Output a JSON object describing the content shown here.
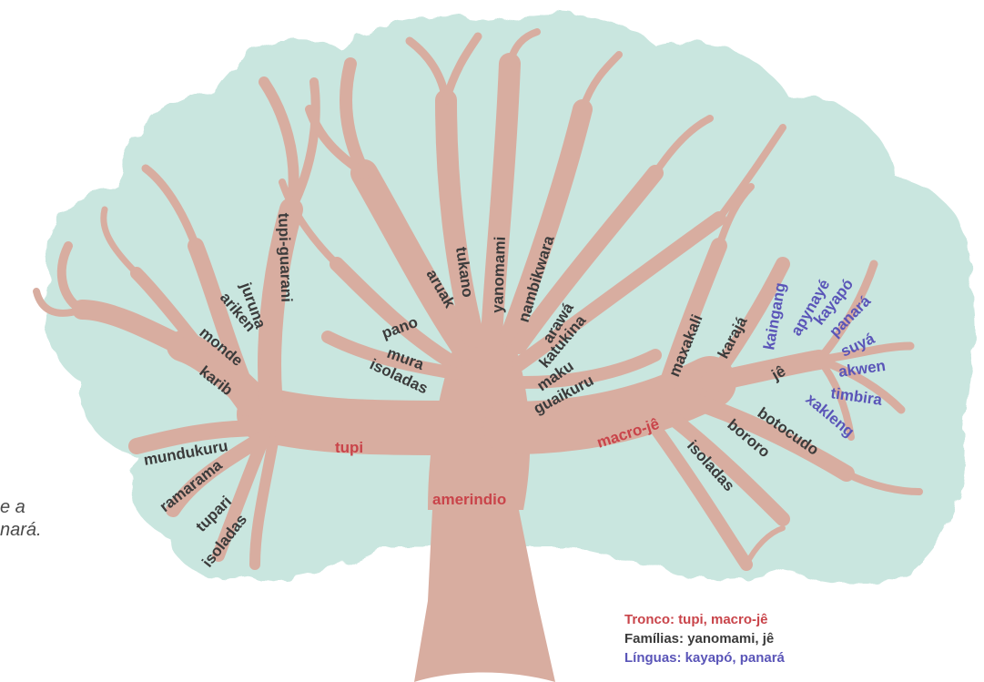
{
  "fragments": {
    "line1": "e a",
    "line2": "nará."
  },
  "tree": {
    "trunk_label": "amerindio",
    "stock_labels": [
      "tupi",
      "macro-jê"
    ],
    "family_labels": {
      "karib": "karib",
      "monde": "monde",
      "arikem": "ariken",
      "juruna": "juruna",
      "tupi_guarani": "tupi-guarani",
      "mundukuru": "mundukuru",
      "ramarama": "ramarama",
      "tupari": "tupari",
      "isoladas_tupi": "isoladas",
      "pano": "pano",
      "mura": "mura",
      "isoladas_center": "isoladas",
      "aruak": "aruak",
      "tukano": "tukano",
      "yanomami": "yanomami",
      "nambikwara": "nambikwara",
      "arawa": "arawá",
      "katukina": "katukina",
      "maku": "maku",
      "guaikuru": "guaikuru",
      "maxakali": "maxakali",
      "karaja": "karajá",
      "je": "jê",
      "botocudo": "botocudo",
      "bororo": "bororo",
      "isoladas_macro": "isoladas"
    },
    "language_labels": {
      "kaingang": "kaingang",
      "apinaye": "apynayé",
      "kayapo": "kayapó",
      "panara": "panará",
      "suya": "suyá",
      "akwen": "akwen",
      "timbira": "timbira",
      "xakleng": "xakleng"
    }
  },
  "legend": {
    "stock": "Tronco: tupi, macro-jê",
    "families": "Famílias: yanomami, jê",
    "languages": "Línguas: kayapó, panará"
  },
  "colors": {
    "foliage": "#c9e6df",
    "branch": "#d8ada0",
    "stock_text": "#c9444a",
    "family_text": "#3b3b3b",
    "language_text": "#5a55b8"
  }
}
